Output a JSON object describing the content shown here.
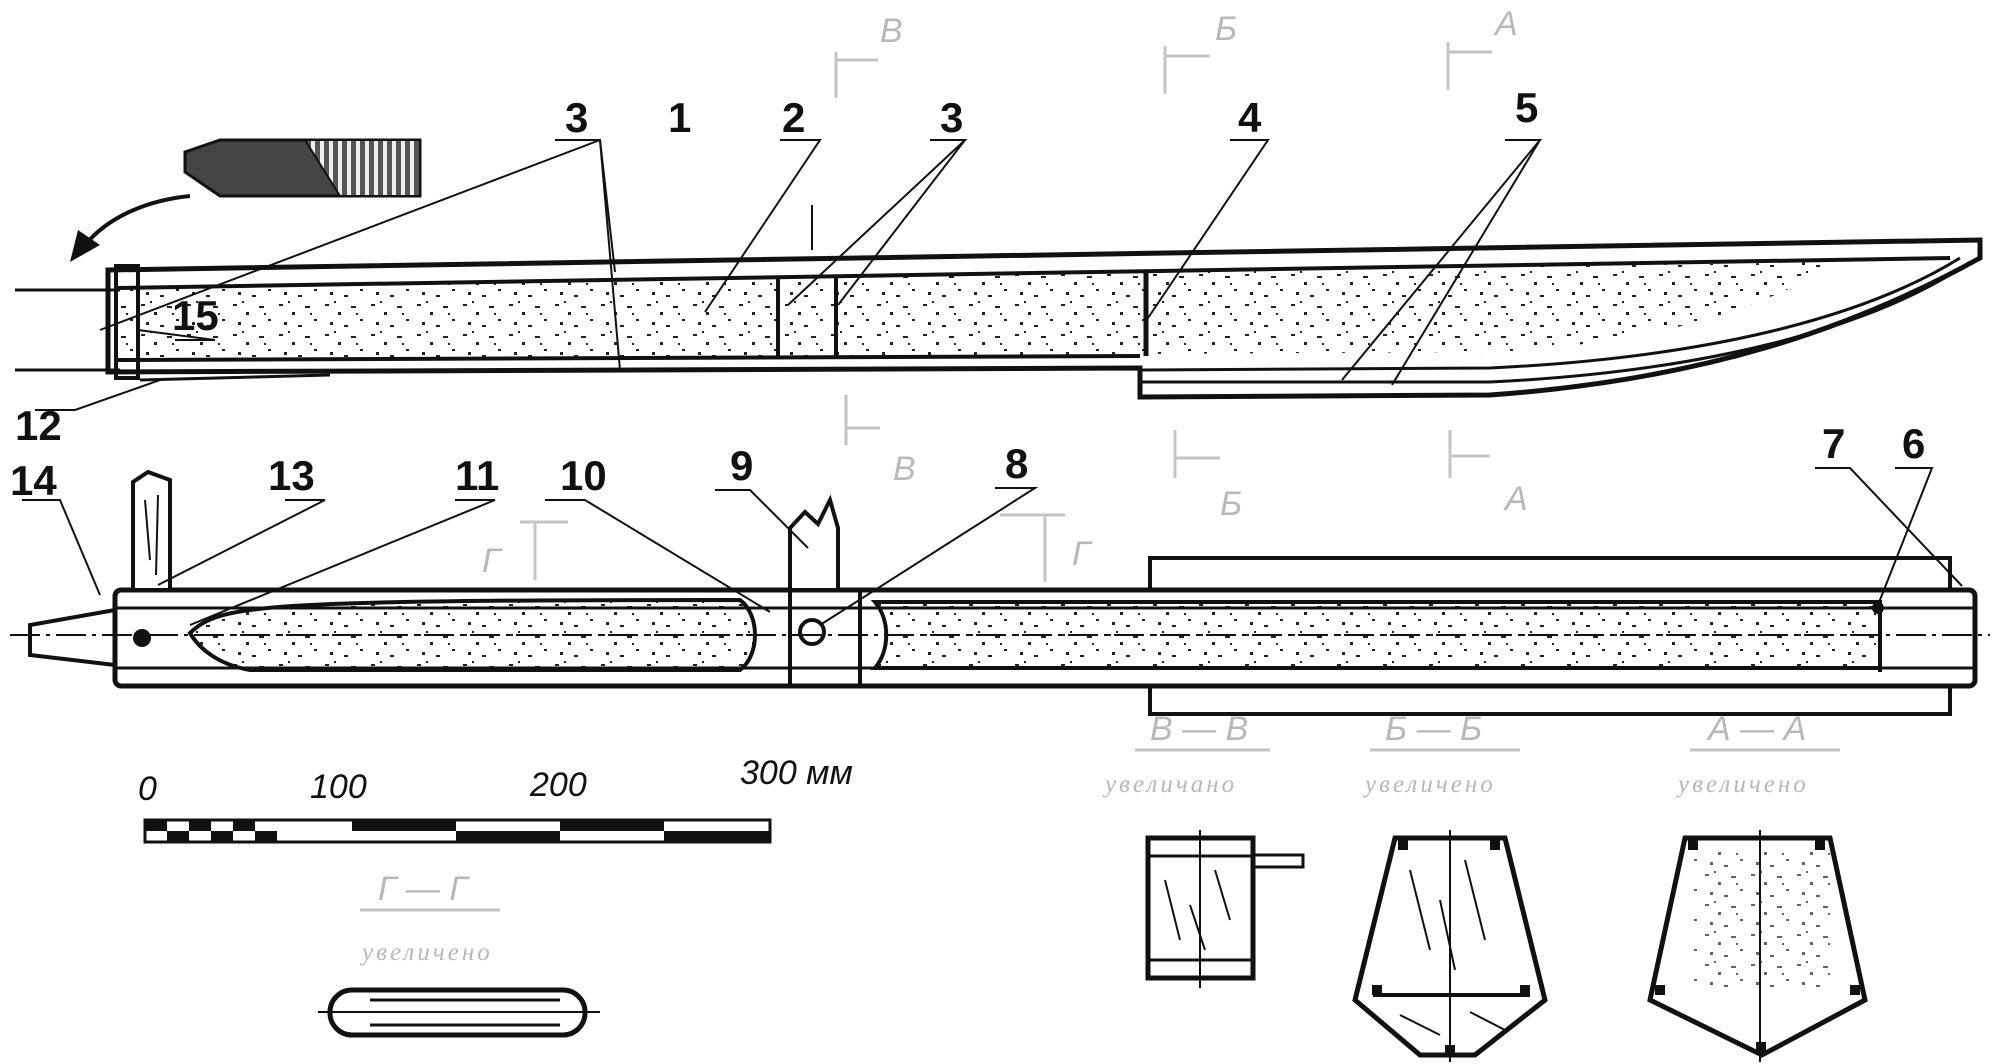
{
  "part_numbers": {
    "p1": "1",
    "p2": "2",
    "p3a": "3",
    "p3b": "3",
    "p4": "4",
    "p5": "5",
    "p6": "6",
    "p7": "7",
    "p8": "8",
    "p9": "9",
    "p10": "10",
    "p11": "11",
    "p12": "12",
    "p13": "13",
    "p14": "14",
    "p15": "15"
  },
  "section_marks": {
    "v_top": "В",
    "b_top": "Б",
    "a_top": "А",
    "v_bot": "В",
    "b_bot": "Б",
    "a_bot": "А",
    "g_left": "Г",
    "g_right": "Г"
  },
  "section_views": {
    "vv_title": "В — В",
    "vv_sub": "увеличано",
    "bb_title": "Б — Б",
    "bb_sub": "увеличено",
    "aa_title": "А — А",
    "aa_sub": "увеличено",
    "gg_title": "Г — Г",
    "gg_sub": "увеличено"
  },
  "scale": {
    "l0": "0",
    "l100": "100",
    "l200": "200",
    "l300": "300 мм"
  }
}
